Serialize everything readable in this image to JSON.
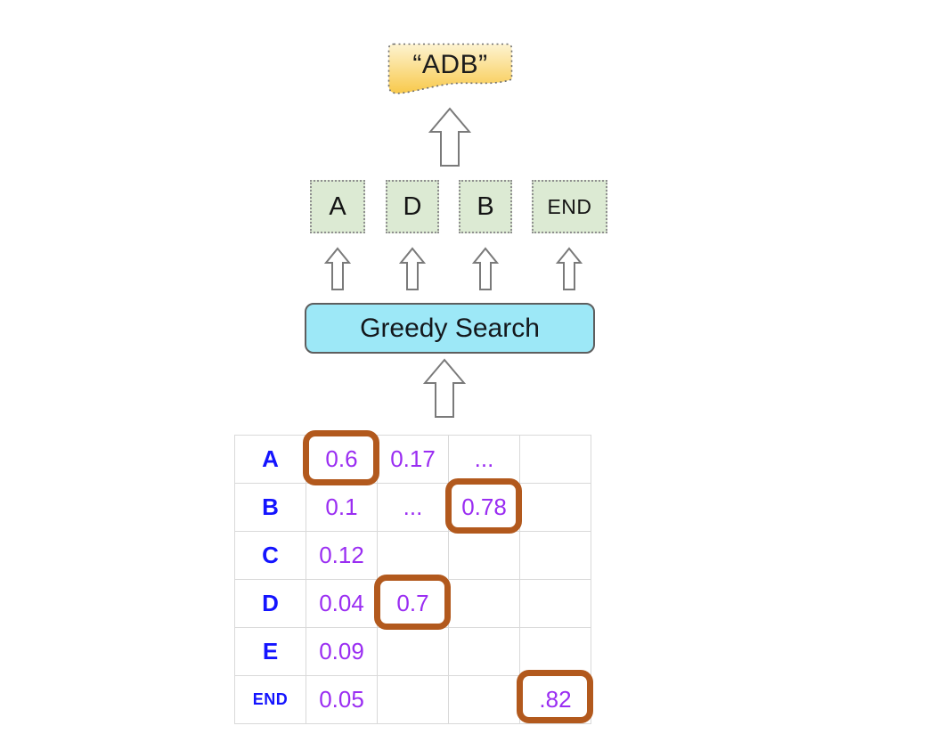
{
  "note": {
    "label": "“ADB”"
  },
  "tokens": {
    "items": [
      "A",
      "D",
      "B",
      "END"
    ]
  },
  "process": {
    "label": "Greedy Search"
  },
  "table": {
    "rows": [
      {
        "label": "A",
        "cells": [
          "0.6",
          "0.17",
          "...",
          ""
        ]
      },
      {
        "label": "B",
        "cells": [
          "0.1",
          "...",
          "0.78",
          ""
        ]
      },
      {
        "label": "C",
        "cells": [
          "0.12",
          "",
          "",
          ""
        ]
      },
      {
        "label": "D",
        "cells": [
          "0.04",
          "0.7",
          "",
          ""
        ]
      },
      {
        "label": "E",
        "cells": [
          "0.09",
          "",
          "",
          ""
        ]
      },
      {
        "label": "END",
        "cells": [
          "0.05",
          "",
          "",
          ".82"
        ]
      }
    ],
    "highlighted_values": [
      "0.6",
      "0.78",
      "0.7",
      ".82"
    ]
  },
  "colors": {
    "note_top": "#fdf3d0",
    "note_bottom": "#f8c94b",
    "token_green": "#dcead3",
    "process_cyan": "#9de8f7",
    "row_label_blue": "#1414ff",
    "value_purple": "#9a2df2",
    "highlight_brown": "#b2591d",
    "grid_gray": "#d9d9d9",
    "arrow_gray": "#7a7a7a"
  }
}
